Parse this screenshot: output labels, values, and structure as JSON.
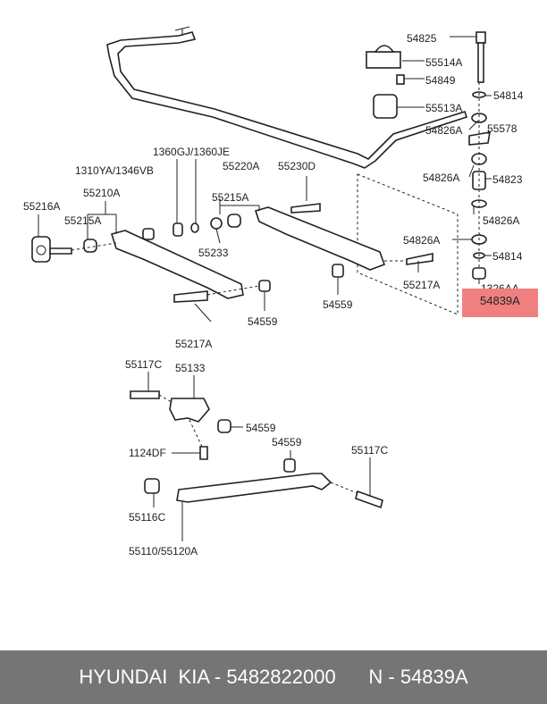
{
  "labels": {
    "l54825": "54825",
    "l55514A": "55514A",
    "l54849": "54849",
    "l54814a": "54814",
    "l55513A": "55513A",
    "l54826Aa": "54826A",
    "l55578": "55578",
    "l54826Ab": "54826A",
    "l54823": "54823",
    "l54826Ac": "54826A",
    "l54826Ad": "54826A",
    "l54814b": "54814",
    "l1326AA": "1326AA",
    "l1360": "1360GJ/1360JE",
    "l1310": "1310YA/1346VB",
    "l55220A": "55220A",
    "l55230D": "55230D",
    "l55216A": "55216A",
    "l55210A": "55210A",
    "l55215Aa": "55215A",
    "l55215Ab": "55215A",
    "l55233": "55233",
    "l55217Aa": "55217A",
    "l54559a": "54559",
    "l54559b": "54559",
    "l55217Ab": "55217A",
    "l55117Ca": "55117C",
    "l55133": "55133",
    "l54559c": "54559",
    "l1124DF": "1124DF",
    "l54559d": "54559",
    "l55117Cb": "55117C",
    "l55116C": "55116C",
    "l55110": "55110/55120A"
  },
  "highlight": {
    "label": "54839A",
    "color": "#f08080"
  },
  "footer": {
    "brand": "HYUNDAI  KIA - 5482822000",
    "part": "N - 54839A",
    "background": "#757575"
  }
}
